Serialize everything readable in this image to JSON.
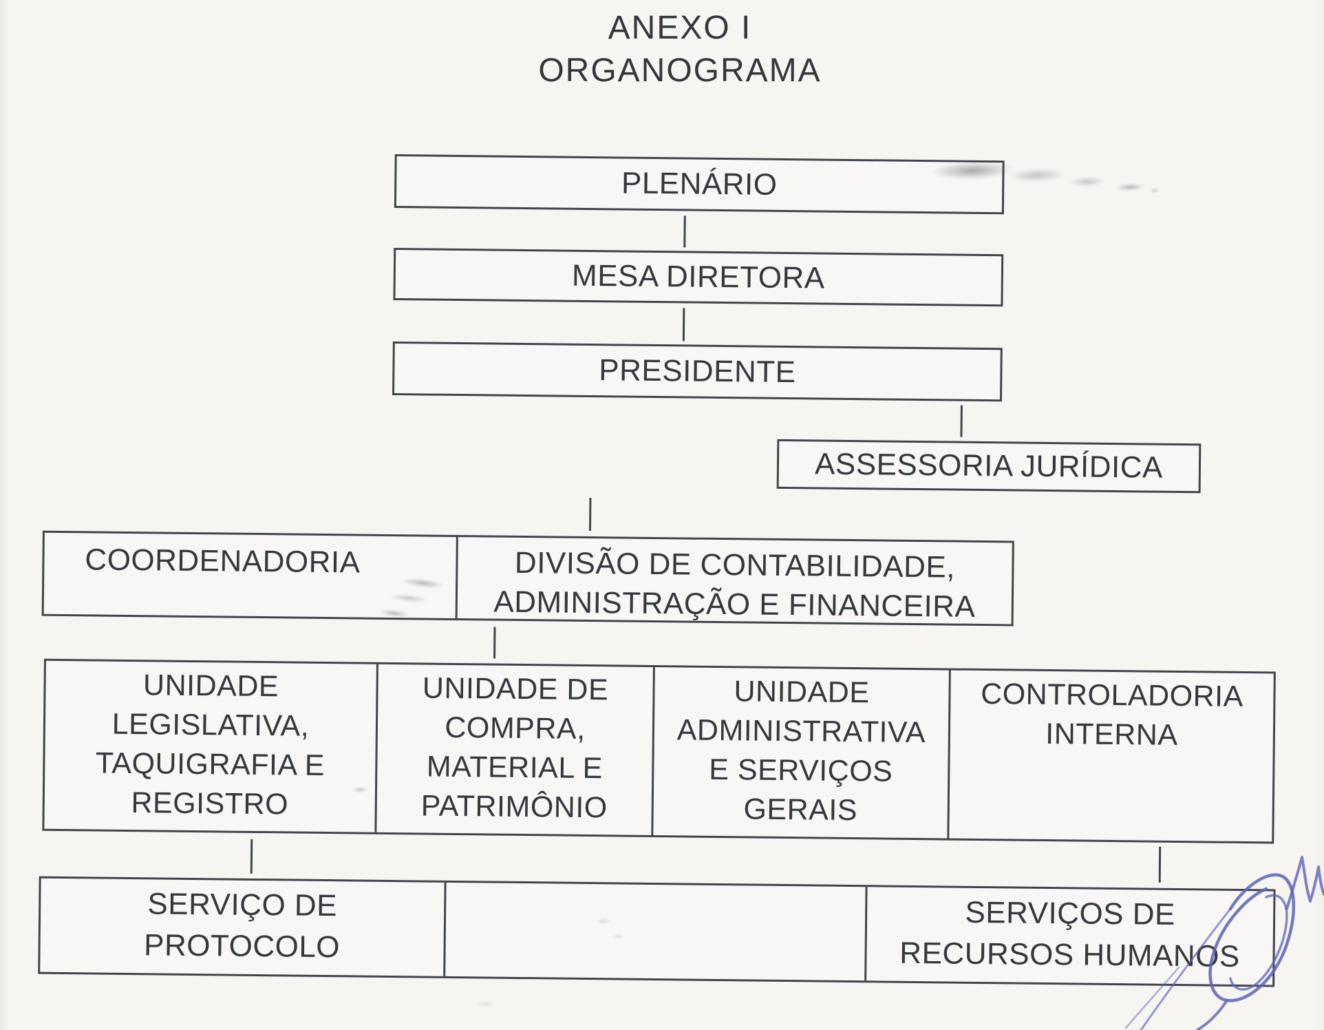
{
  "page": {
    "title_line1": "ANEXO I",
    "title_line2": "ORGANOGRAMA"
  },
  "org_chart": {
    "nodes": {
      "plenario": "PLENÁRIO",
      "mesa_diretora": "MESA DIRETORA",
      "presidente": "PRESIDENTE",
      "assessoria_juridica": "ASSESSORIA JURÍDICA",
      "coordenadoria": "COORDENADORIA",
      "divisao_contabilidade": "DIVISÃO DE CONTABILIDADE,\nADMINISTRAÇÃO E FINANCEIRA",
      "unidade_legislativa": "UNIDADE\nLEGISLATIVA,\nTAQUIGRAFIA E\nREGISTRO",
      "unidade_compra": "UNIDADE DE\nCOMPRA,\nMATERIAL E\nPATRIMÔNIO",
      "unidade_administrativa": "UNIDADE\nADMINISTRATIVA\nE SERVIÇOS\nGERAIS",
      "controladoria_interna": "CONTROLADORIA\nINTERNA",
      "servico_protocolo": "SERVIÇO DE\nPROTOCOLO",
      "celula_vazia": "",
      "servicos_recursos_humanos": "SERVIÇOS DE\nRECURSOS HUMANOS"
    },
    "connections": [
      "PLENÁRIO → MESA DIRETORA",
      "MESA DIRETORA → PRESIDENTE",
      "PRESIDENTE → ASSESSORIA JURÍDICA",
      "PRESIDENTE → COORDENADORIA | DIVISÃO DE CONTABILIDADE, ADMINISTRAÇÃO E FINANCEIRA",
      "DIVISÃO DE CONTABILIDADE → UNIDADES / CONTROLADORIA",
      "UNIDADE LEGISLATIVA, TAQUIGRAFIA E REGISTRO → SERVIÇO DE PROTOCOLO",
      "CONTROLADORIA INTERNA → SERVIÇOS DE RECURSOS HUMANOS"
    ],
    "colors": {
      "ink": "#35383e",
      "box_border": "#42454c",
      "paper": "#f7f5f2",
      "pen_blue": "#5c63b4"
    }
  }
}
